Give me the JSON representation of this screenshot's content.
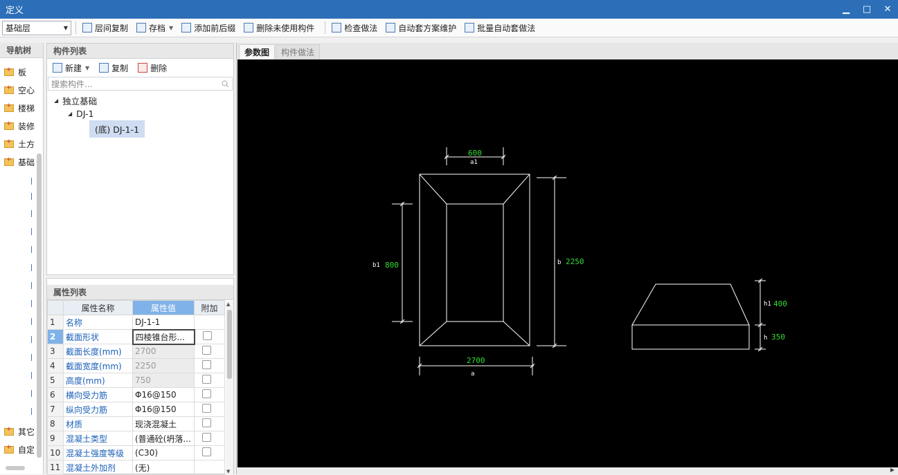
{
  "window": {
    "title": "定义",
    "min": "▁",
    "max": "□",
    "close": "✕"
  },
  "toolbar": {
    "floor_select": "基础层",
    "buttons": [
      "层间复制",
      "存档",
      "添加前后缀",
      "删除未使用构件",
      "检查做法",
      "自动套方案维护",
      "批量自动套做法"
    ]
  },
  "nav": {
    "title": "导航树",
    "items": [
      "板",
      "空心",
      "楼梯",
      "装修",
      "土方",
      "基础"
    ],
    "bottom_items": [
      "其它",
      "自定"
    ]
  },
  "components": {
    "title": "构件列表",
    "new_label": "新建",
    "copy_label": "复制",
    "delete_label": "删除",
    "search_placeholder": "搜索构件...",
    "tree": {
      "root": "独立基础",
      "child": "DJ-1",
      "leaf": "(底) DJ-1-1"
    }
  },
  "properties": {
    "title": "属性列表",
    "headers": {
      "name": "属性名称",
      "value": "属性值",
      "extra": "附加"
    },
    "rows": [
      {
        "no": "1",
        "name": "名称",
        "value": "DJ-1-1"
      },
      {
        "no": "2",
        "name": "截面形状",
        "value": "四棱锥台形..."
      },
      {
        "no": "3",
        "name": "截面长度(mm)",
        "value": "2700"
      },
      {
        "no": "4",
        "name": "截面宽度(mm)",
        "value": "2250"
      },
      {
        "no": "5",
        "name": "高度(mm)",
        "value": "750"
      },
      {
        "no": "6",
        "name": "横向受力筋",
        "value": "Φ16@150"
      },
      {
        "no": "7",
        "name": "纵向受力筋",
        "value": "Φ16@150"
      },
      {
        "no": "8",
        "name": "材质",
        "value": "现浇混凝土"
      },
      {
        "no": "9",
        "name": "混凝土类型",
        "value": "(普通砼(坍落..."
      },
      {
        "no": "10",
        "name": "混凝土强度等级",
        "value": "(C30)"
      },
      {
        "no": "11",
        "name": "混凝土外加剂",
        "value": "(无)"
      }
    ]
  },
  "tabs": {
    "params": "参数图",
    "method": "构件做法"
  },
  "drawing": {
    "a1_value": "600",
    "a1_label": "a1",
    "b1_label": "b1",
    "b1_value": "800",
    "b_label": "b",
    "b_value": "2250",
    "a_value": "2700",
    "a_label": "a",
    "h1_label": "h1",
    "h1_value": "400",
    "h_label": "h",
    "h_value": "350",
    "colors": {
      "line": "#ffffff",
      "value_text": "#33dd33"
    }
  }
}
